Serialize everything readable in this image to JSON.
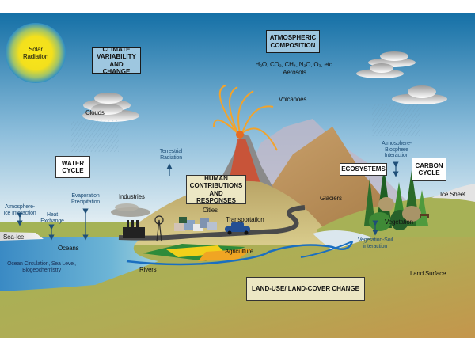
{
  "title": "Climate system components diagram",
  "boxes": {
    "climate": [
      "CLIMATE",
      "VARIABILITY",
      "AND CHANGE"
    ],
    "atmospheric": [
      "ATMOSPHERIC",
      "COMPOSITION"
    ],
    "water": [
      "WATER",
      "CYCLE"
    ],
    "human": [
      "HUMAN",
      "CONTRIBUTIONS",
      "AND RESPONSES"
    ],
    "ecosystems": "ECOSYSTEMS",
    "carbon": [
      "CARBON",
      "CYCLE"
    ],
    "landuse": "LAND-USE/ LAND-COVER CHANGE"
  },
  "labels": {
    "solar": [
      "Solar",
      "Radiation"
    ],
    "gases": "H₂O, CO₂, CH₄, N₂O, O₃, etc.",
    "aerosols": "Aerosols",
    "volcanoes": "Volcanoes",
    "clouds": "Clouds",
    "terrestrial": [
      "Terrestrial",
      "Radiation"
    ],
    "atmo_ice": [
      "Atmosphere-",
      "Ice Interaction"
    ],
    "heat": [
      "Heat",
      "Exchange"
    ],
    "evap": [
      "Evaporation",
      "Precipitation"
    ],
    "industries": "Industries",
    "cities": "Cities",
    "transportation": "Transportation",
    "glaciers": "Glaciers",
    "atmo_bio": [
      "Atmosphere-",
      "Biosphere",
      "Interaction"
    ],
    "ice_sheet": "Ice Sheet",
    "vegetation": "Vegetation",
    "veg_soil": [
      "Vegetation-Soil",
      "interaction"
    ],
    "sea_ice": "Sea-Ice",
    "oceans": "Oceans",
    "ocean_circ": [
      "Ocean Circulation, Sea Level,",
      "Biogeochemistry"
    ],
    "agriculture": "Agriculture",
    "rivers": "Rivers",
    "land_surface": "Land Surface"
  },
  "colors": {
    "sky_top": "#1570a6",
    "sky_bottom": "#eef4f6",
    "ocean": "#3e93c9",
    "ground_left": "#a2b455",
    "ground_right": "#c09a4d",
    "arrow": "#1f4f78",
    "river": "#1a6fc0",
    "sun_core": "#f7e21a"
  }
}
